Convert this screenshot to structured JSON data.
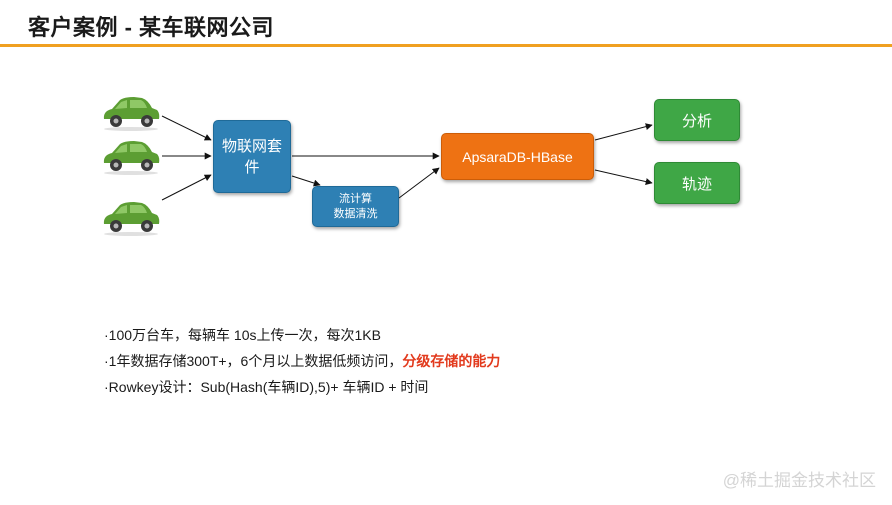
{
  "page": {
    "title": "客户案例 - 某车联网公司"
  },
  "diagram": {
    "nodes": {
      "iot_suite": "物联网套件",
      "stream": {
        "line1": "流计算",
        "line2": "数据清洗"
      },
      "hbase": "ApsaraDB-HBase",
      "analysis": "分析",
      "track": "轨迹"
    },
    "colors": {
      "blue": "#2e80b4",
      "orange": "#ee7213",
      "green": "#3fa746",
      "accent_rule": "#f0a020",
      "highlight": "#e23a1d"
    },
    "icons": [
      "grass-car-icon",
      "grass-car-icon",
      "grass-car-icon"
    ]
  },
  "bullets": [
    {
      "text": "100万台车，每辆车 10s上传一次，每次1KB",
      "highlight": ""
    },
    {
      "text": "1年数据存储300T+，6个月以上数据低频访问，",
      "highlight": "分级存储的能力"
    },
    {
      "text": "Rowkey设计：Sub(Hash(车辆ID),5)+ 车辆ID + 时间",
      "highlight": ""
    }
  ],
  "watermark": "@稀土掘金技术社区"
}
